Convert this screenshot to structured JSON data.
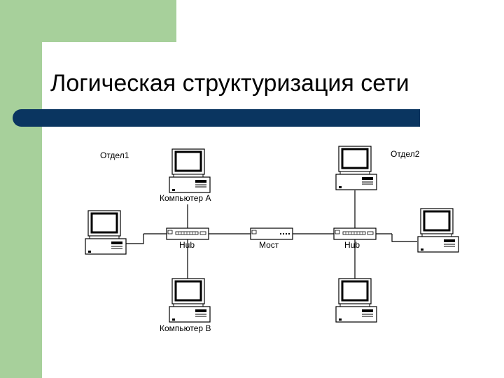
{
  "slide": {
    "title": "Логическая структуризация сети",
    "accent_color": "#a7d09b",
    "bar_color": "#0a3560"
  },
  "diagram": {
    "labels": {
      "dept1": "Отдел1",
      "dept2": "Отдел2",
      "computer_a": "Компьютер A",
      "computer_b": "Компьютер B",
      "hub1": "Hub",
      "hub2": "Hub",
      "bridge": "Мост"
    },
    "icons": {
      "computer": "desktop-computer-icon",
      "hub": "network-hub-icon",
      "bridge": "network-bridge-icon"
    }
  }
}
